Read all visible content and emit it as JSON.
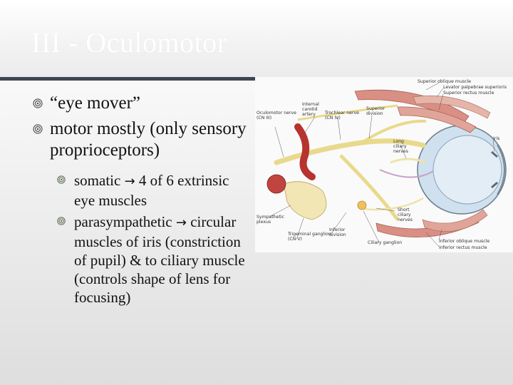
{
  "slide": {
    "title": "III - Oculomotor",
    "bullets": [
      {
        "text": "“eye mover”"
      },
      {
        "text": "motor mostly (only sensory proprioceptors)"
      }
    ],
    "subbullets": [
      {
        "lead": "somatic ",
        "arrow": "→",
        "rest": " 4 of 6 extrinsic eye muscles"
      },
      {
        "lead": "parasympathetic ",
        "arrow": "→",
        "rest": " circular muscles of iris (constriction of pupil) & to ciliary muscle (controls shape of lens for focusing)"
      }
    ]
  },
  "diagram": {
    "icon": "eye-nerve-anatomy-illustration",
    "labels": {
      "superior_oblique": "Superior oblique muscle",
      "levator": "Levator palpebrae superioris",
      "superior_rectus": "Superior rectus muscle",
      "internal_carotid": "Internal carotid artery",
      "oculomotor": "Oculomotor nerve (CN III)",
      "trochlear": "Trochlear nerve (CN IV)",
      "superior_division": "Superior division",
      "long_ciliary": "Long ciliary nerves",
      "iris": "Iris",
      "sympathetic": "Sympathetic plexus",
      "trigeminal": "Trigeminal ganglion (CN V)",
      "inferior_division": "Inferior division",
      "short_ciliary": "Short ciliary nerves",
      "ciliary_ganglion": "Ciliary ganglion",
      "inferior_oblique": "Inferior oblique muscle",
      "inferior_rectus": "Inferior rectus muscle"
    }
  },
  "colors": {
    "title_rule": "#3d4654",
    "nerve": "#e9d98c",
    "muscle": "#d98f84",
    "artery": "#b7332f",
    "eye": "#cfe0ee"
  }
}
